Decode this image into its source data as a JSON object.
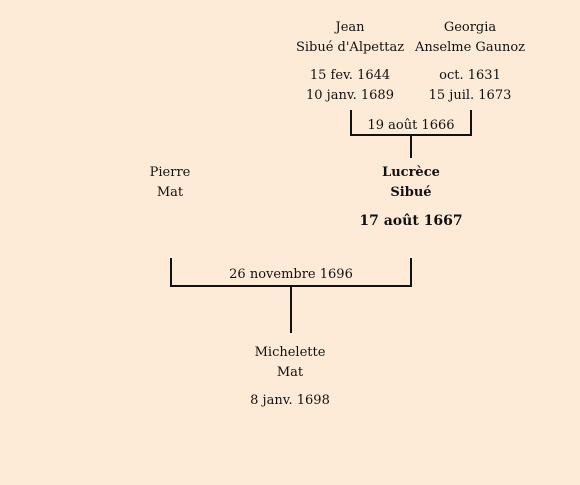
{
  "persons": {
    "jean": {
      "first": "Jean",
      "last": "Sibué d'Alpettaz",
      "birth": "15 fev. 1644",
      "death": "10 janv. 1689"
    },
    "georgia": {
      "first": "Georgia",
      "last": "Anselme Gaunoz",
      "birth": "oct. 1631",
      "death": "15 juil. 1673"
    },
    "pierre": {
      "first": "Pierre",
      "last": "Mat"
    },
    "lucrece": {
      "first": "Lucrèce",
      "last": "Sibué",
      "birth": "17 août 1667"
    },
    "michelette": {
      "first": "Michelette",
      "last": "Mat",
      "birth": "8 janv. 1698"
    }
  },
  "marriages": {
    "jean_georgia": "19 août 1666",
    "pierre_lucrece": "26 novembre 1696"
  }
}
